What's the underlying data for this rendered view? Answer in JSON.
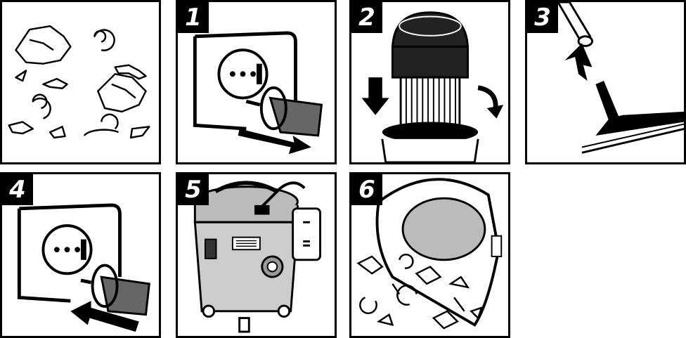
{
  "steps": [
    {
      "id": "debris",
      "label": ""
    },
    {
      "id": "unplug",
      "label": "1"
    },
    {
      "id": "lift-head",
      "label": "2"
    },
    {
      "id": "hose-nozzle",
      "label": "3"
    },
    {
      "id": "plug-in",
      "label": "4"
    },
    {
      "id": "vacuum",
      "label": "5"
    },
    {
      "id": "empty",
      "label": "6"
    }
  ]
}
